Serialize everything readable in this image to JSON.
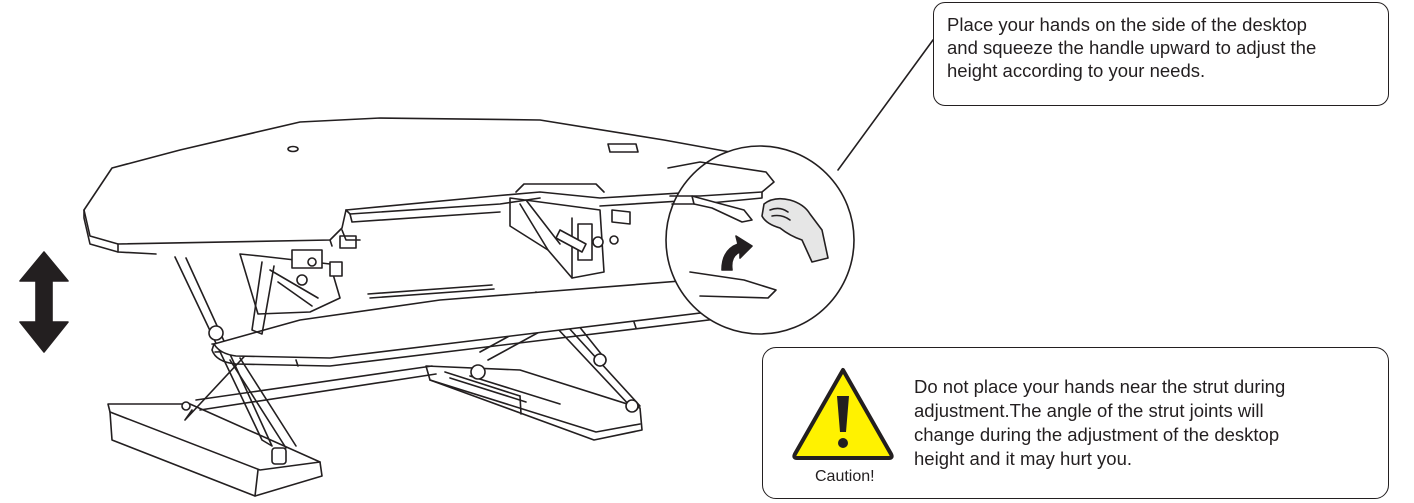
{
  "callout": {
    "text": "Place your hands on the  side of the desktop\nand squeeze the handle upward to adjust the\nheight according to your needs."
  },
  "caution": {
    "label": "Caution!",
    "text": "Do not place your hands near the strut during\nadjustment.The angle of the strut joints will\nchange during the adjustment of the desktop\nheight and it may hurt you."
  },
  "icons": {
    "height_adjust": "double-headed-vertical-arrow",
    "warning": "warning-triangle-exclamation",
    "hand": "hand-squeezing-handle",
    "lift": "curved-up-arrow"
  },
  "colors": {
    "line": "#231f20",
    "warning_yellow": "#fff200",
    "hand_fill": "#e6e6e6"
  }
}
